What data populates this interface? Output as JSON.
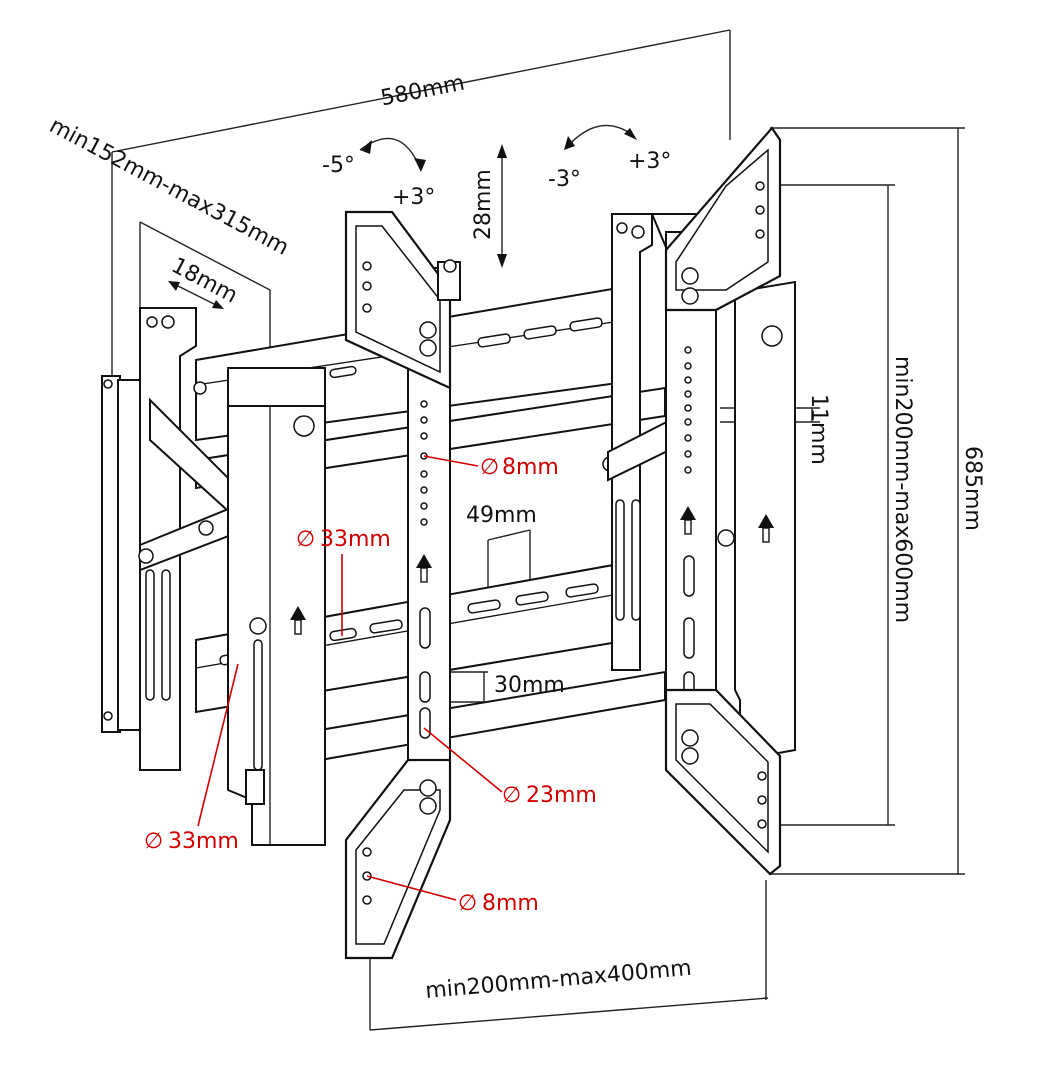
{
  "colors": {
    "line": "#111111",
    "accent_red": "#d20000",
    "background": "#ffffff"
  },
  "dimensions": {
    "overall_width": "580mm",
    "depth_range": "min152mm-max315mm",
    "arm_offset": "18mm",
    "tilt_left_minus": "-5°",
    "tilt_left_plus": "+3°",
    "vertical_adjust": "28mm",
    "tilt_right_minus": "-3°",
    "tilt_right_plus": "+3°",
    "hole_spacing": "11mm",
    "vertical_range": "min200mm-max600mm",
    "overall_height": "685mm",
    "hole_dia_top": "8mm",
    "tube_dia_upper": "33mm",
    "slot_spacing": "49mm",
    "slot_length": "30mm",
    "slot_dia": "23mm",
    "tube_dia_lower": "33mm",
    "hole_dia_bottom": "8mm",
    "horizontal_range": "min200mm-max400mm"
  },
  "symbols": {
    "diameter": "∅"
  }
}
